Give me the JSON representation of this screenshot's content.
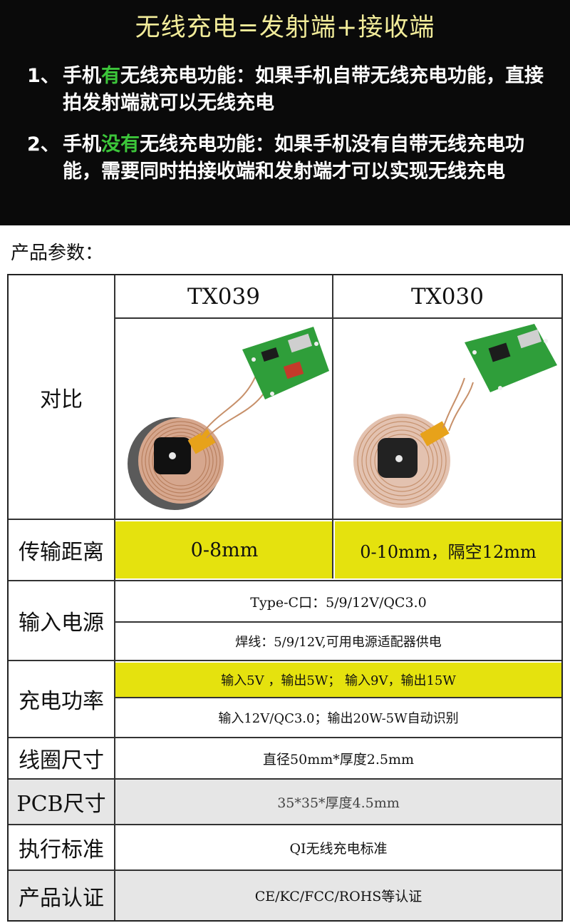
{
  "banner": {
    "title": "无线充电=发射端+接收端",
    "point1": {
      "num": "1、",
      "pre": "手机",
      "highlight": "有",
      "post": "无线充电功能：如果手机自带无线充电功能，直接拍发射端就可以无线充电"
    },
    "point2": {
      "num": "2、",
      "pre": "手机",
      "highlight": "没有",
      "post": "无线充电功能：如果手机没有自带无线充电功能，需要同时拍接收端和发射端才可以实现无线充电"
    }
  },
  "section_title": "产品参数：",
  "table": {
    "models": [
      "TX039",
      "TX030"
    ],
    "compare_label": "对比",
    "rows": {
      "distance": {
        "label": "传输距离",
        "v1": "0-8mm",
        "v2": "0-10mm，隔空12mm"
      },
      "input": {
        "label": "输入电源",
        "line1": "Type-C口：5/9/12V/QC3.0",
        "line2": "焊线：5/9/12V,可用电源适配器供电"
      },
      "power": {
        "label": "充电功率",
        "line1": "输入5V ，输出5W； 输入9V，输出15W",
        "line2": "输入12V/QC3.0；输出20W-5W自动识别"
      },
      "coil": {
        "label": "线圈尺寸",
        "value": "直径50mm*厚度2.5mm"
      },
      "pcb": {
        "label": "PCB尺寸",
        "value": "35*35*厚度4.5mm"
      },
      "standard": {
        "label": "执行标准",
        "value": "QI无线充电标准"
      },
      "cert": {
        "label": "产品认证",
        "value": "CE/KC/FCC/ROHS等认证"
      }
    }
  },
  "colors": {
    "banner_bg": "#0a0a0a",
    "title_yellow": "#f2ec9a",
    "highlight_green": "#3cc63a",
    "cell_yellow": "#e5e20e",
    "cell_grey": "#e6e6e6",
    "pcb_green": "#2f9e3a",
    "coil_copper": "#d7a890"
  }
}
